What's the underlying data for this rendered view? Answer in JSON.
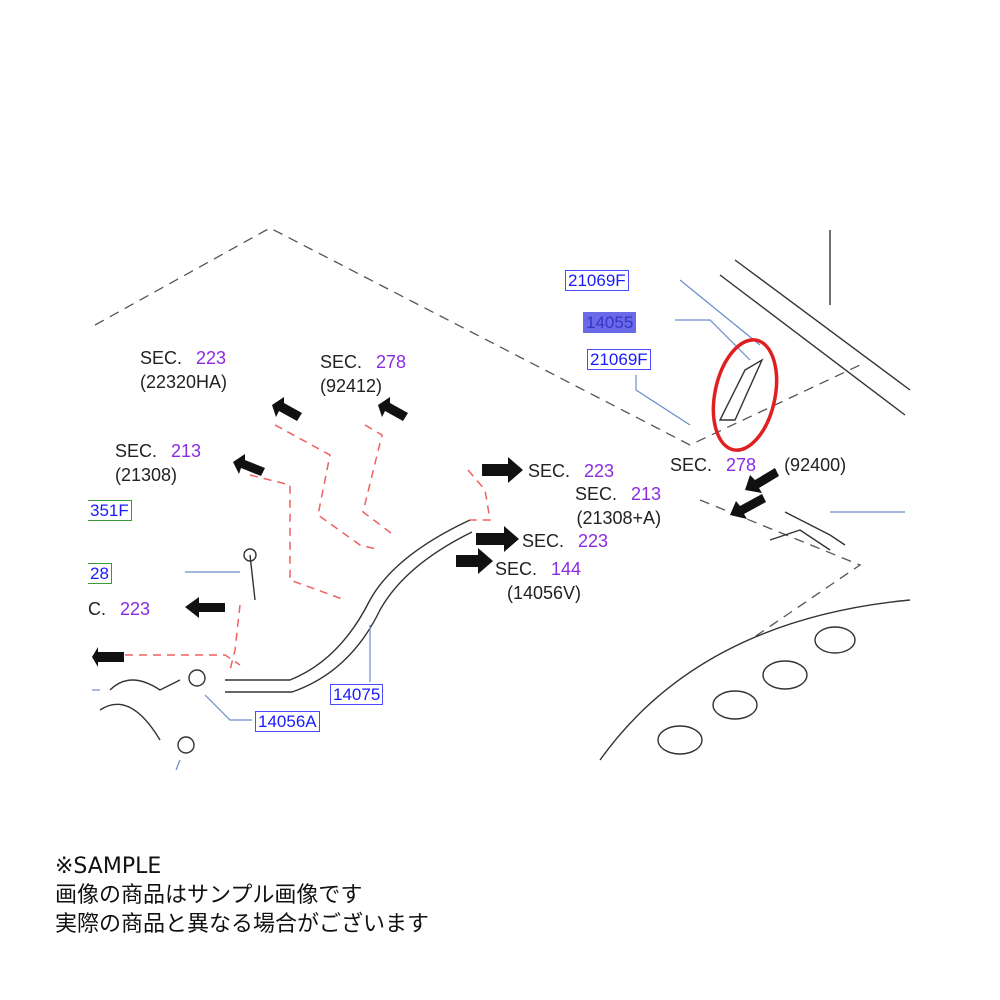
{
  "callouts": [
    {
      "sec": "SEC.",
      "num": "223",
      "ref": "(22320HA)"
    },
    {
      "sec": "SEC.",
      "num": "278",
      "ref": "(92412)"
    },
    {
      "sec": "SEC.",
      "num": "213",
      "ref": "(21308)"
    },
    {
      "sec": "SEC.",
      "num": "223"
    },
    {
      "sec": "SEC.",
      "num": "213",
      "ref": "(21308+A)"
    },
    {
      "sec": "SEC.",
      "num": "223"
    },
    {
      "sec": "SEC.",
      "num": "144",
      "ref": "(14056V)"
    },
    {
      "sec": "C.",
      "num": "223"
    },
    {
      "sec": "SEC.",
      "num": "278",
      "ref": "(92400)"
    }
  ],
  "part_numbers": [
    "21069F",
    "14055",
    "21069F",
    "351F",
    "28",
    "14075",
    "14056A"
  ],
  "notice": {
    "line1": "※SAMPLE",
    "line2": "画像の商品はサンプル画像です",
    "line3": "実際の商品と異なる場合がございます"
  },
  "colors": {
    "highlight_circle": "#e02020",
    "section_number": "#8a2be2",
    "part_label": "#1a1aff",
    "leader_dash": "#f06060"
  }
}
